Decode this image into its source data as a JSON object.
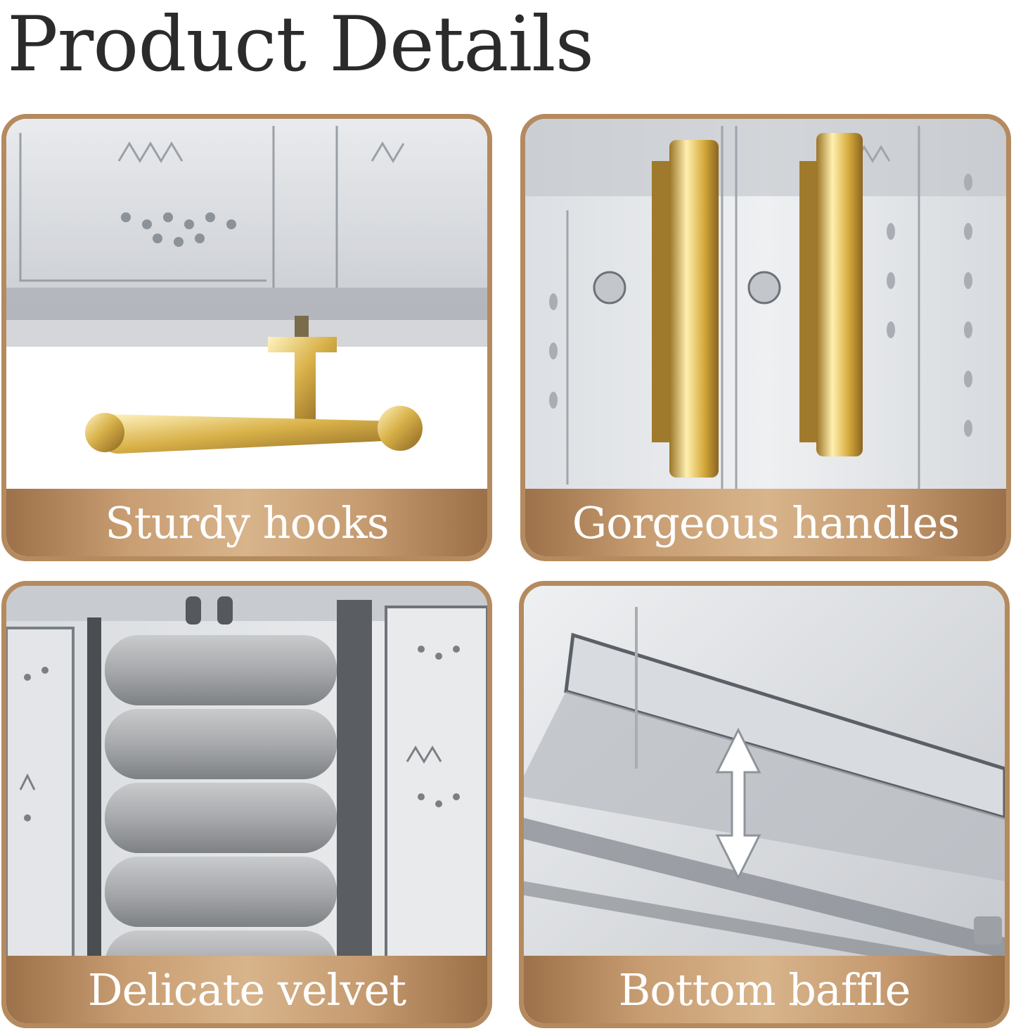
{
  "page": {
    "title": "Product Details"
  },
  "panels": [
    {
      "caption": "Sturdy hooks",
      "image": "gold-hook-icon"
    },
    {
      "caption": "Gorgeous handles",
      "image": "gold-handle-icon"
    },
    {
      "caption": "Delicate velvet",
      "image": "velvet-rolls-icon"
    },
    {
      "caption": "Bottom baffle",
      "image": "baffle-arrow-icon"
    }
  ],
  "colors": {
    "frame": "#b48a5f",
    "caption_band": "#c49a6e",
    "title": "#2b2b2b",
    "gold": "#d9b24a"
  }
}
